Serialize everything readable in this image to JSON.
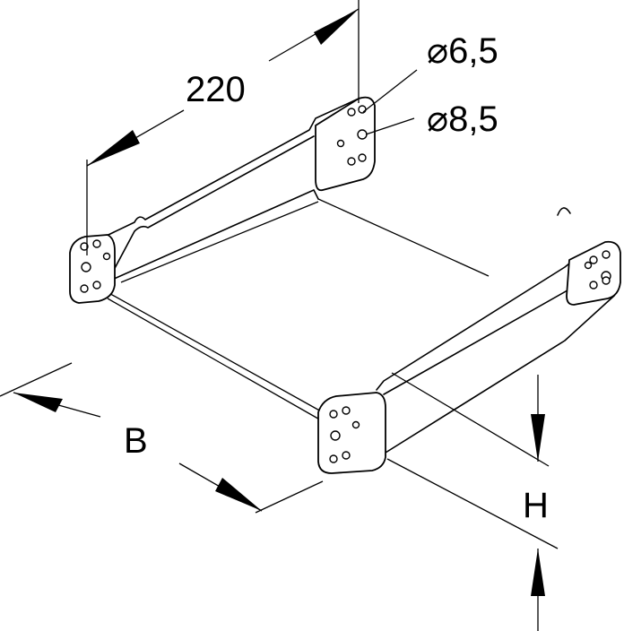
{
  "dimensions": {
    "length": "220",
    "hole_small": "⌀6,5",
    "hole_large": "⌀8,5",
    "width": "B",
    "height": "H"
  }
}
